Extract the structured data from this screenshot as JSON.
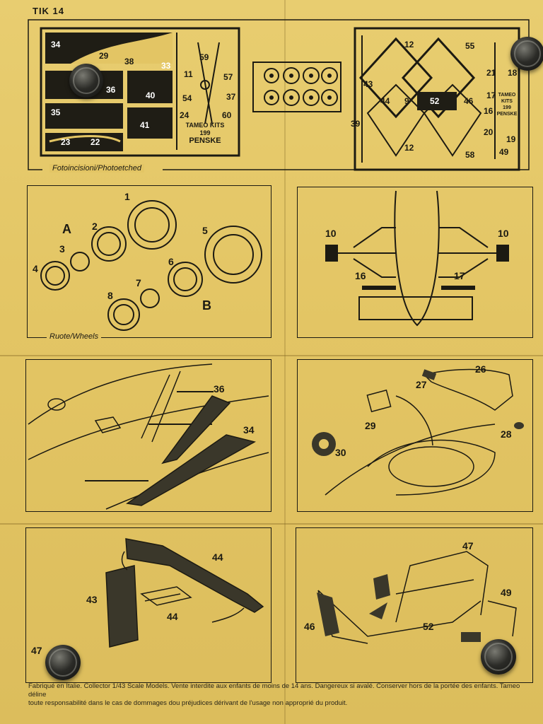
{
  "header": {
    "code": "TIK 14"
  },
  "sprue": {
    "caption": "Fotoincisioni/Photoetched",
    "brand_line1": "TAMEO KITS",
    "brand_line2": "199",
    "brand_line3": "PENSKE",
    "brand2_line1": "TAMEO KITS",
    "brand2_line2": "199",
    "brand2_line3": "PENSKE",
    "left_parts": [
      "34",
      "29",
      "38",
      "33",
      "36",
      "40",
      "35",
      "41",
      "23",
      "22",
      "59",
      "11",
      "57",
      "54",
      "37",
      "24",
      "60"
    ],
    "right_parts": [
      "12",
      "55",
      "21",
      "18",
      "43",
      "44",
      "9",
      "52",
      "46",
      "17",
      "16",
      "39",
      "20",
      "19",
      "12",
      "58",
      "49"
    ]
  },
  "wheels": {
    "caption": "Ruote/Wheels",
    "labels": {
      "A": "A",
      "B": "B"
    },
    "parts": [
      "1",
      "2",
      "3",
      "4",
      "5",
      "6",
      "7",
      "8"
    ]
  },
  "step_axle": {
    "parts": [
      "10",
      "10",
      "16",
      "17"
    ]
  },
  "step_sidepods": {
    "parts": [
      "36",
      "34"
    ]
  },
  "step_cockpit": {
    "parts": [
      "27",
      "26",
      "29",
      "28",
      "30"
    ]
  },
  "step_frame": {
    "parts": [
      "44",
      "43",
      "44",
      "47"
    ]
  },
  "step_rear": {
    "parts": [
      "47",
      "49",
      "46",
      "52"
    ]
  },
  "footer": {
    "line1": "Fabriqué en Italie. Collector 1/43 Scale Models. Vente interdite aux enfants de moins de 14 ans. Dangereux si avalé. Conserver hors de la portée des enfants. Tameo déline",
    "line2": "toute responsabilité dans le cas de dommages dou préjudices dérivant de l'usage non approprié du produit."
  },
  "colors": {
    "paper": "#e3c564",
    "ink": "#1c1a12",
    "sprue_fill": "#1f1d15"
  }
}
